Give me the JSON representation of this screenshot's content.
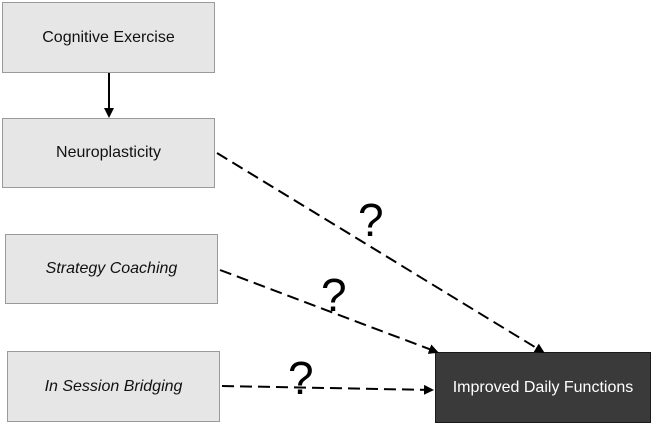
{
  "nodes": {
    "cognitive_exercise": "Cognitive Exercise",
    "neuroplasticity": "Neuroplasticity",
    "strategy_coaching": "Strategy Coaching",
    "in_session_bridging": "In Session Bridging",
    "improved_daily_functions": "Improved Daily Functions"
  },
  "edges": [
    {
      "from": "cognitive_exercise",
      "to": "neuroplasticity",
      "style": "solid",
      "label": ""
    },
    {
      "from": "neuroplasticity",
      "to": "improved_daily_functions",
      "style": "dashed",
      "label": "?"
    },
    {
      "from": "strategy_coaching",
      "to": "improved_daily_functions",
      "style": "dashed",
      "label": "?"
    },
    {
      "from": "in_session_bridging",
      "to": "improved_daily_functions",
      "style": "dashed",
      "label": "?"
    }
  ],
  "colors": {
    "box_fill": "#e6e6e6",
    "box_border": "#9a9a9a",
    "target_fill": "#3a3a3a",
    "target_text": "#ffffff"
  }
}
